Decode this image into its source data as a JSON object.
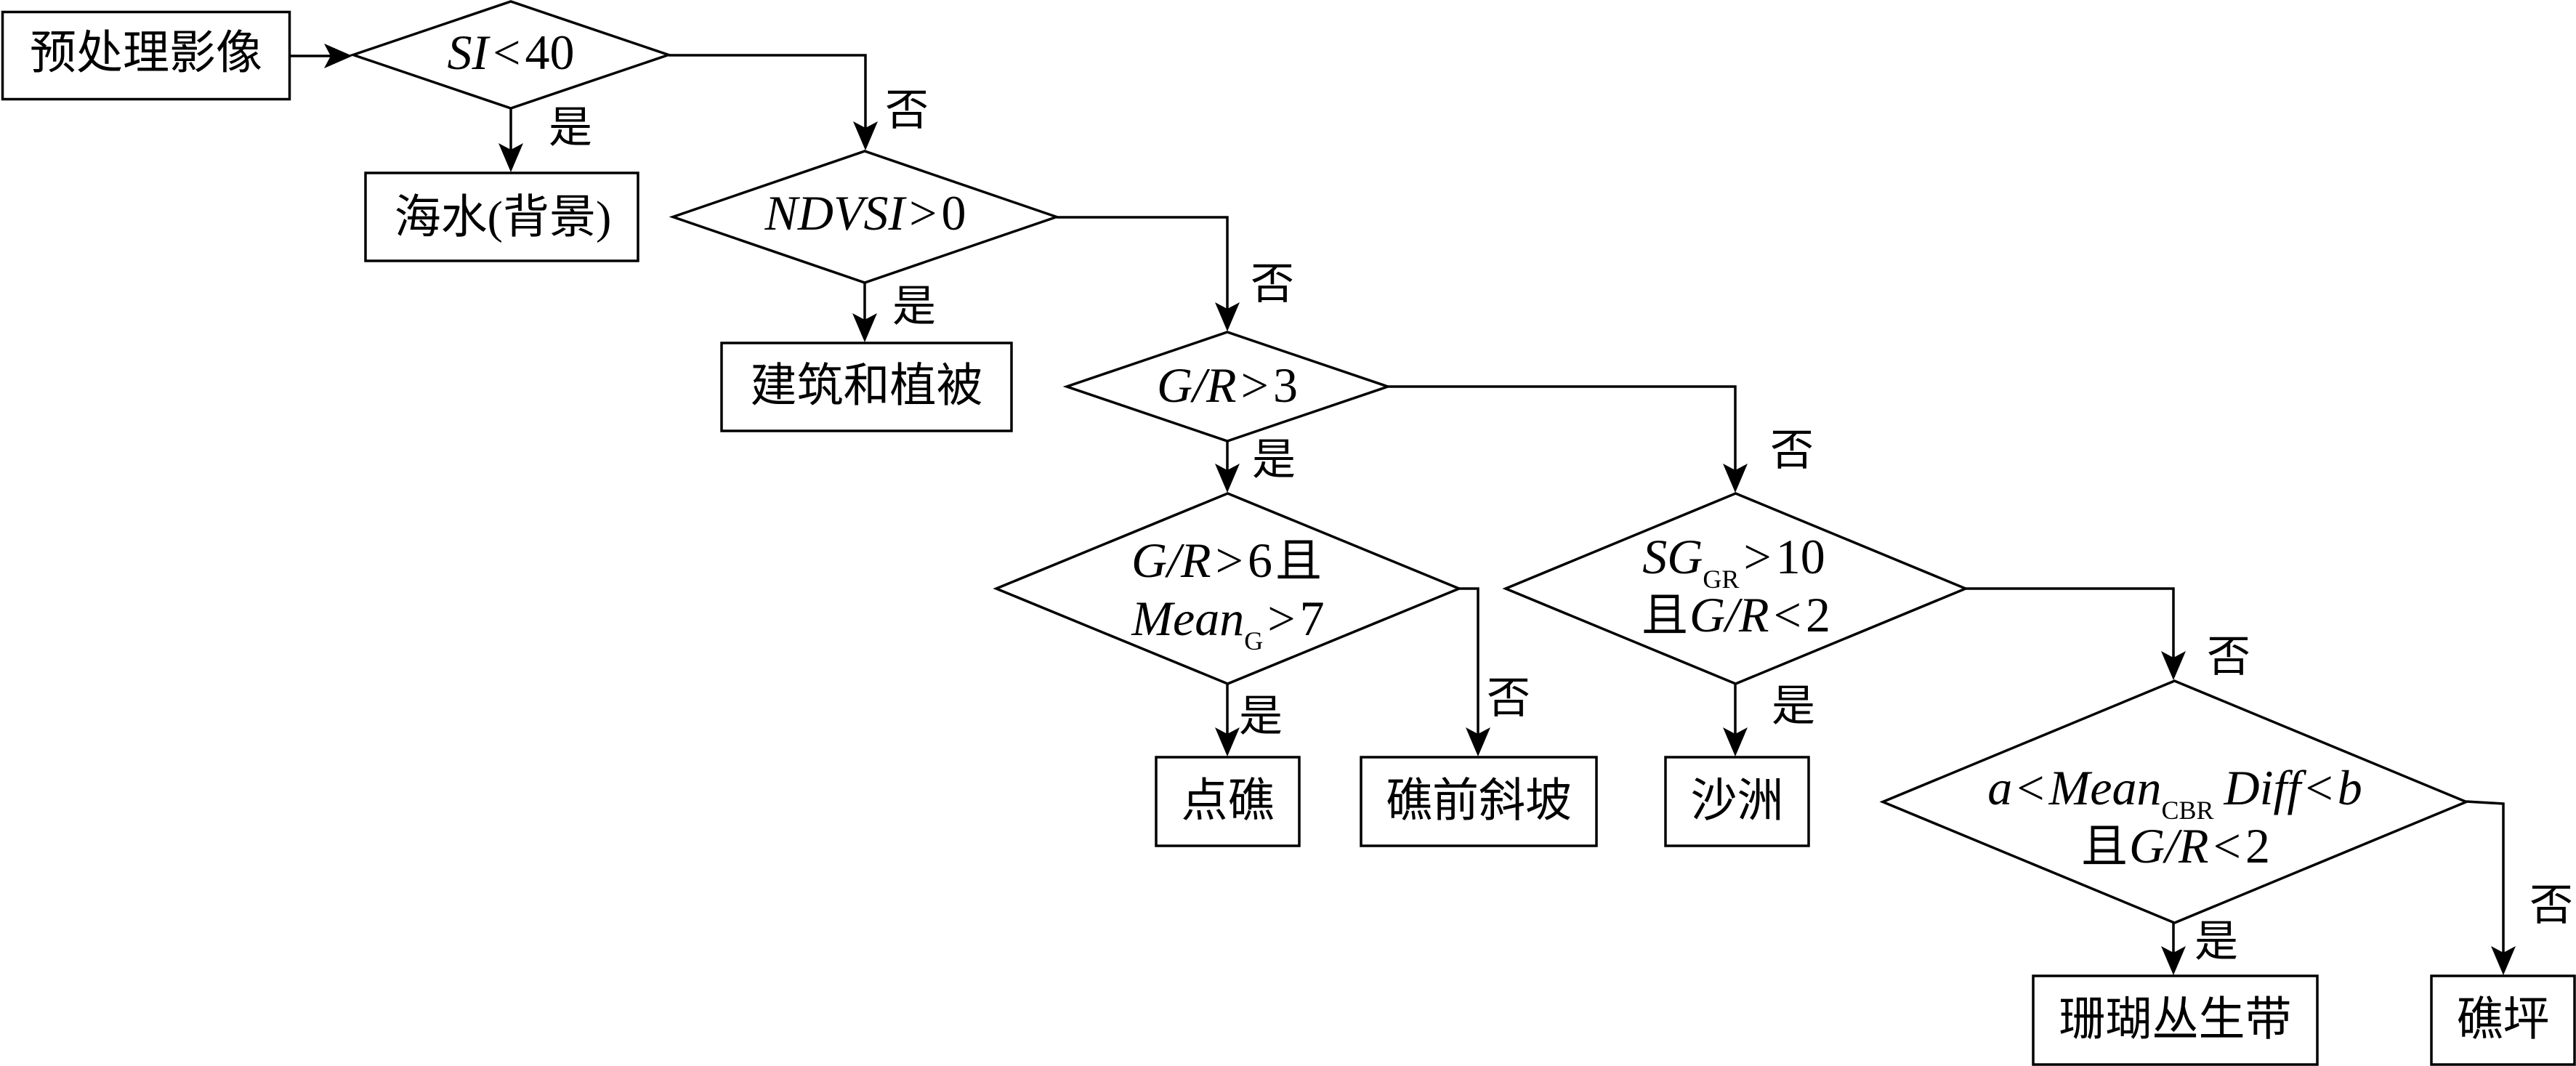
{
  "nodes": {
    "preprocess": {
      "shape": "rectangle",
      "text": "预处理影像"
    },
    "si_check": {
      "shape": "diamond",
      "text": "SI<40",
      "lines": [
        [
          {
            "text": "SI",
            "style": "italic"
          },
          {
            "text": "<",
            "style": "operator"
          },
          {
            "text": "40",
            "style": "normal"
          }
        ]
      ]
    },
    "seawater": {
      "shape": "rectangle",
      "text": "海水(背景)"
    },
    "ndvsi_check": {
      "shape": "diamond",
      "text": "NDVSI>0",
      "lines": [
        [
          {
            "text": "NDVSI",
            "style": "italic"
          },
          {
            "text": ">",
            "style": "operator"
          },
          {
            "text": "0",
            "style": "normal"
          }
        ]
      ]
    },
    "building_vegetation": {
      "shape": "rectangle",
      "text": "建筑和植被"
    },
    "gr3_check": {
      "shape": "diamond",
      "text": "G/R>3",
      "lines": [
        [
          {
            "text": "G/R",
            "style": "italic"
          },
          {
            "text": ">",
            "style": "operator"
          },
          {
            "text": "3",
            "style": "normal"
          }
        ]
      ]
    },
    "gr6_meang_check": {
      "shape": "diamond",
      "text": "G/R>6且MeanG>7",
      "lines": [
        [
          {
            "text": "G/R",
            "style": "italic"
          },
          {
            "text": ">",
            "style": "operator"
          },
          {
            "text": "6",
            "style": "normal"
          },
          {
            "text": "且",
            "style": "normal"
          }
        ],
        [
          {
            "text": "Mean",
            "style": "italic"
          },
          {
            "text": "G",
            "style": "subscript"
          },
          {
            "text": ">",
            "style": "operator"
          },
          {
            "text": "7",
            "style": "normal"
          }
        ]
      ]
    },
    "patch_reef": {
      "shape": "rectangle",
      "text": "点礁"
    },
    "fore_reef_slope": {
      "shape": "rectangle",
      "text": "礁前斜坡"
    },
    "sggr_check": {
      "shape": "diamond",
      "text": "SGGR>10且G/R<2",
      "lines": [
        [
          {
            "text": "SG",
            "style": "italic"
          },
          {
            "text": "GR",
            "style": "subscript"
          },
          {
            "text": ">",
            "style": "operator"
          },
          {
            "text": "10",
            "style": "normal"
          }
        ],
        [
          {
            "text": "且",
            "style": "normal"
          },
          {
            "text": "G/R",
            "style": "italic"
          },
          {
            "text": "<",
            "style": "operator"
          },
          {
            "text": "2",
            "style": "normal"
          }
        ]
      ]
    },
    "sand_cay": {
      "shape": "rectangle",
      "text": "沙洲"
    },
    "mean_cbr_diff_check": {
      "shape": "diamond",
      "text": "a<MeanCBR Diff<b且G/R<2",
      "lines": [
        [
          {
            "text": "a",
            "style": "italic"
          },
          {
            "text": "<",
            "style": "operator"
          },
          {
            "text": "Mean",
            "style": "italic"
          },
          {
            "text": "CBR",
            "style": "subscript"
          },
          {
            "text": "Diff",
            "style": "italic"
          },
          {
            "text": "<",
            "style": "operator"
          },
          {
            "text": "b",
            "style": "italic"
          }
        ],
        [
          {
            "text": "且",
            "style": "normal"
          },
          {
            "text": "G/R",
            "style": "italic"
          },
          {
            "text": "<",
            "style": "operator"
          },
          {
            "text": "2",
            "style": "normal"
          }
        ]
      ]
    },
    "coral_zone": {
      "shape": "rectangle",
      "text": "珊瑚丛生带"
    },
    "reef_flat": {
      "shape": "rectangle",
      "text": "礁坪"
    }
  },
  "edges": [
    {
      "from": "preprocess",
      "to": "si_check"
    },
    {
      "from": "si_check",
      "to": "seawater",
      "label": "是"
    },
    {
      "from": "si_check",
      "to": "ndvsi_check",
      "label": "否"
    },
    {
      "from": "ndvsi_check",
      "to": "building_vegetation",
      "label": "是"
    },
    {
      "from": "ndvsi_check",
      "to": "gr3_check",
      "label": "否"
    },
    {
      "from": "gr3_check",
      "to": "gr6_meang_check",
      "label": "是"
    },
    {
      "from": "gr3_check",
      "to": "sggr_check",
      "label": "否"
    },
    {
      "from": "gr6_meang_check",
      "to": "patch_reef",
      "label": "是"
    },
    {
      "from": "gr6_meang_check",
      "to": "fore_reef_slope",
      "label": "否"
    },
    {
      "from": "sggr_check",
      "to": "sand_cay",
      "label": "是"
    },
    {
      "from": "sggr_check",
      "to": "mean_cbr_diff_check",
      "label": "否"
    },
    {
      "from": "mean_cbr_diff_check",
      "to": "coral_zone",
      "label": "是"
    },
    {
      "from": "mean_cbr_diff_check",
      "to": "reef_flat",
      "label": "否"
    }
  ],
  "colors": {
    "stroke": "#000000",
    "background": "#ffffff"
  }
}
